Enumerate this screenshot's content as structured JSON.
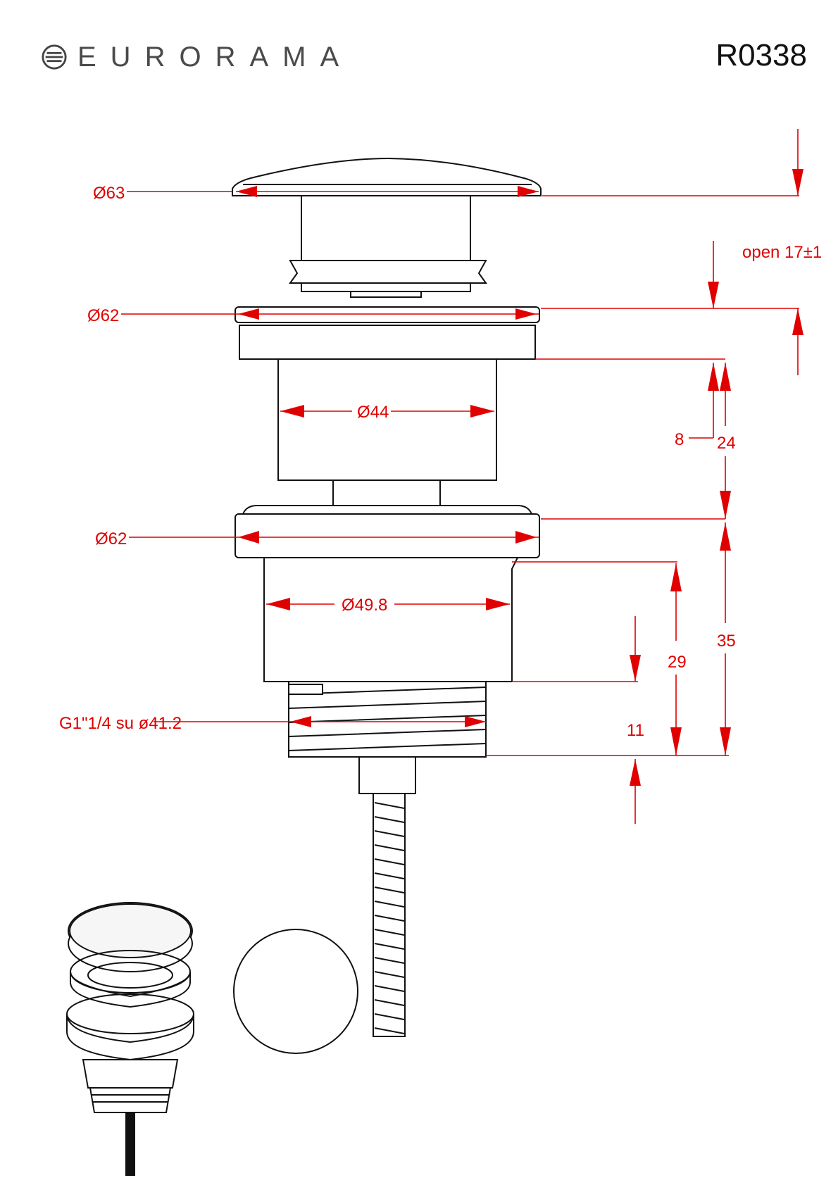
{
  "header": {
    "brand_name": "EURORAMA",
    "brand_logo": "eurorama-logo-icon",
    "product_code": "R0338"
  },
  "dimensions": {
    "cap_diameter": "Ø63",
    "flange_diameter_top": "Ø62",
    "body_diameter": "Ø44",
    "flange_diameter_bottom": "Ø62",
    "lower_body_diameter": "Ø49.8",
    "thread_spec": "G1\"1/4  su ø41.2",
    "open_stroke": "open 17±1",
    "height_8": "8",
    "height_24": "24",
    "height_35": "35",
    "height_29": "29",
    "height_11": "11"
  },
  "colors": {
    "dimension_red": "#e00000",
    "outline": "#111111",
    "brand_grey": "#4a4a4a"
  }
}
